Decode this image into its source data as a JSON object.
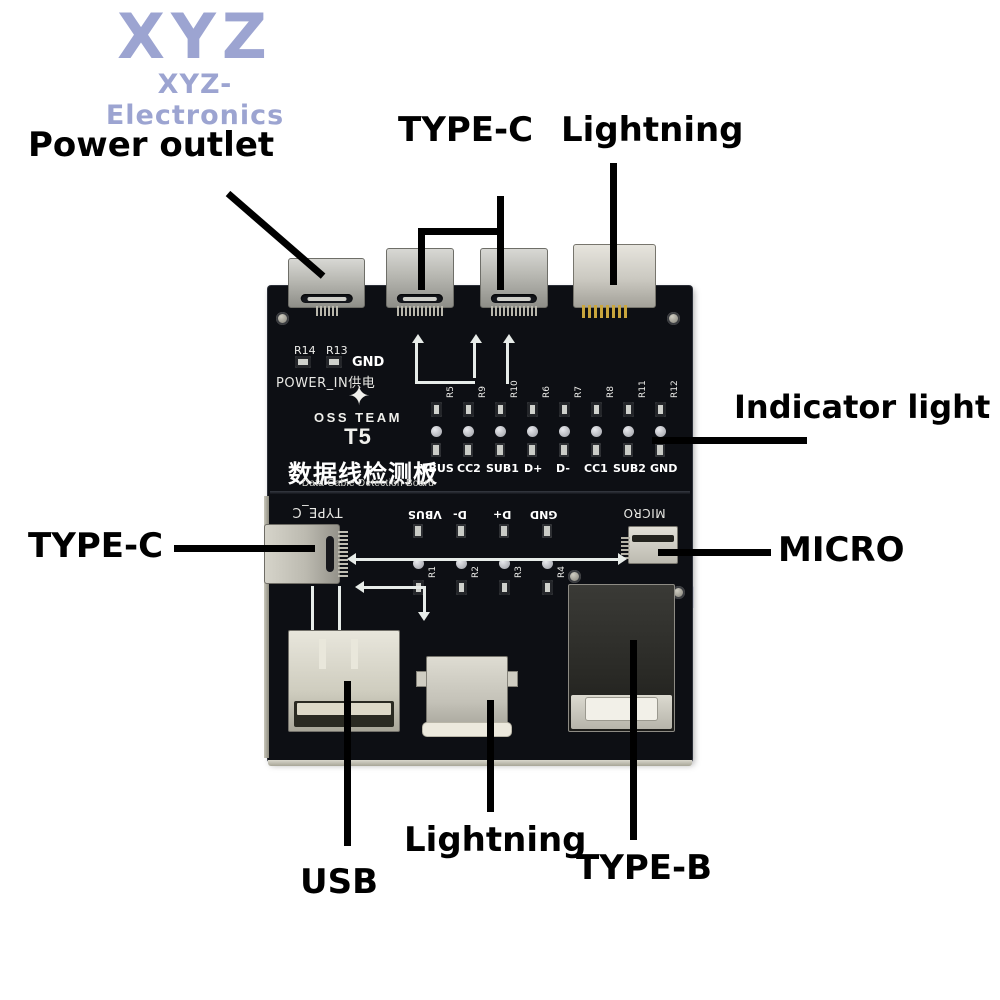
{
  "watermark": {
    "logo_top": "XYZ",
    "logo_sub": "XYZ-Electronics",
    "center": "XYZ",
    "color": "#8b95c9"
  },
  "callouts": {
    "power_outlet": "Power outlet",
    "type_c_top": "TYPE-C",
    "lightning_top": "Lightning",
    "indicator_light": "Indicator light",
    "type_c_left": "TYPE-C",
    "micro": "MICRO",
    "usb": "USB",
    "lightning_bottom": "Lightning",
    "type_b": "TYPE-B"
  },
  "board": {
    "brand_mark": "✦",
    "brand": "OSS TEAM",
    "model": "T5",
    "title_cn": "数据线检测板",
    "title_en": "Data Cable Detection Board",
    "power_in": "POWER_IN供电",
    "power_gnd": "GND",
    "power_resistors": [
      "R14",
      "R13"
    ],
    "type_c_left_silk": "TYPE_C",
    "micro_silk": "MICRO",
    "upper_signals": [
      "VBUS",
      "CC2",
      "SUB1",
      "D+",
      "D-",
      "CC1",
      "SUB2",
      "GND"
    ],
    "upper_resistors": [
      "R5",
      "R9",
      "R10",
      "R6",
      "R7",
      "R8",
      "R11",
      "R12"
    ],
    "lower_signals": [
      "VBUS",
      "D-",
      "D+",
      "GND"
    ],
    "lower_resistors": [
      "R1",
      "R2",
      "R3",
      "R4"
    ],
    "pcb_color": "#0d0f14",
    "silk_color": "#e8e8e4"
  }
}
